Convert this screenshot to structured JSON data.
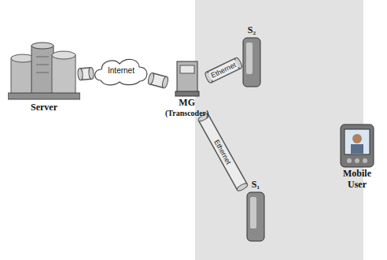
{
  "diagram": {
    "nodes": [
      {
        "text": [
          "Server"
        ]
      },
      {
        "text": [
          "Internet"
        ]
      },
      {
        "text": [
          "MG",
          "(Transcoder)"
        ]
      },
      {
        "text": [
          "S₂"
        ]
      },
      {
        "text": [
          "S₁"
        ]
      },
      {
        "text": [
          "Mobile User"
        ]
      }
    ],
    "edges": [
      {
        "from": 0,
        "to": 1,
        "arrow": "none"
      },
      {
        "from": 1,
        "to": 2,
        "arrow": "none"
      },
      {
        "from": 2,
        "to": 3,
        "label": "Ethernet",
        "arrow": "none"
      },
      {
        "from": 2,
        "to": 4,
        "label": "Ethernet",
        "arrow": "none"
      }
    ]
  }
}
